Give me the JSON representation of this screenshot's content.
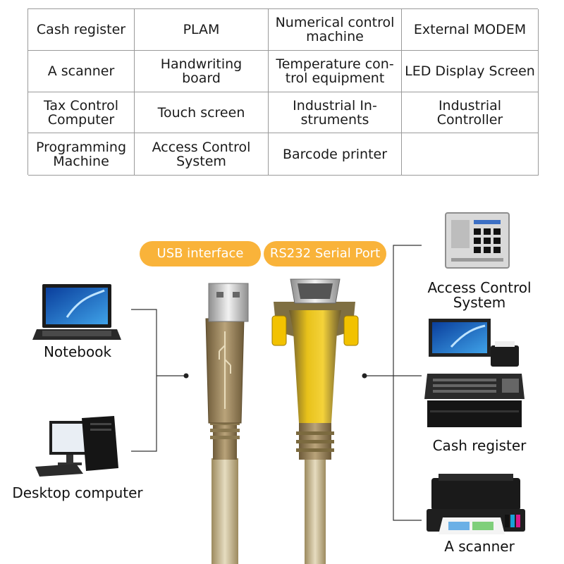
{
  "table": {
    "rows": [
      [
        "Cash register",
        "PLAM",
        "Numerical control\nmachine",
        "External MODEM"
      ],
      [
        "A scanner",
        "Handwriting\nboard",
        "Temperature con-\ntrol equipment",
        "LED Display Screen"
      ],
      [
        "Tax Control\nComputer",
        "Touch screen",
        "Industrial In-\nstruments",
        "Industrial\nController"
      ],
      [
        "Programming\nMachine",
        "Access Control\nSystem",
        "Barcode printer",
        ""
      ]
    ]
  },
  "badges": {
    "usb": "USB interface",
    "rs232": "RS232 Serial Port"
  },
  "left_devices": {
    "notebook": "Notebook",
    "desktop": "Desktop computer"
  },
  "right_devices": {
    "access": "Access Control\nSystem",
    "cash": "Cash register",
    "scanner": "A scanner"
  },
  "colors": {
    "badge": "#f9b33a",
    "connector_yellow": "#f2c200",
    "cable": "#c9b88a",
    "lines": "#333333"
  },
  "icons": [
    "laptop-icon",
    "desktop-pc-icon",
    "usb-plug-icon",
    "db9-connector-icon",
    "keypad-icon",
    "pos-terminal-icon",
    "printer-icon"
  ]
}
